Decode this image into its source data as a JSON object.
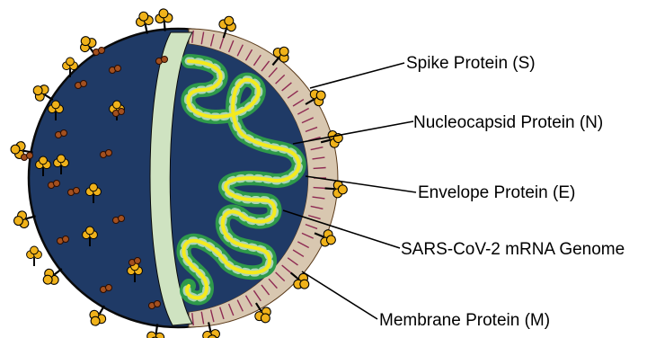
{
  "labels": {
    "spike": "Spike Protein (S)",
    "nucleocapsid": "Nucleocapsid Protein (N)",
    "envelope": "Envelope Protein (E)",
    "genome": "SARS-CoV-2 mRNA Genome",
    "membrane": "Membrane Protein (M)"
  },
  "colors": {
    "virion_fill": "#1f3a66",
    "virion_outline": "#0a0a0a",
    "envelope_band": "#cfe3c1",
    "spike_head": "#f0b21a",
    "membrane_protein": "#a3501f",
    "cross_section": "#d8c7b0",
    "lipid_stripe": "#8e2a52",
    "nucleocapsid": "#2e9a4a",
    "rna": "#f4ea1e"
  }
}
